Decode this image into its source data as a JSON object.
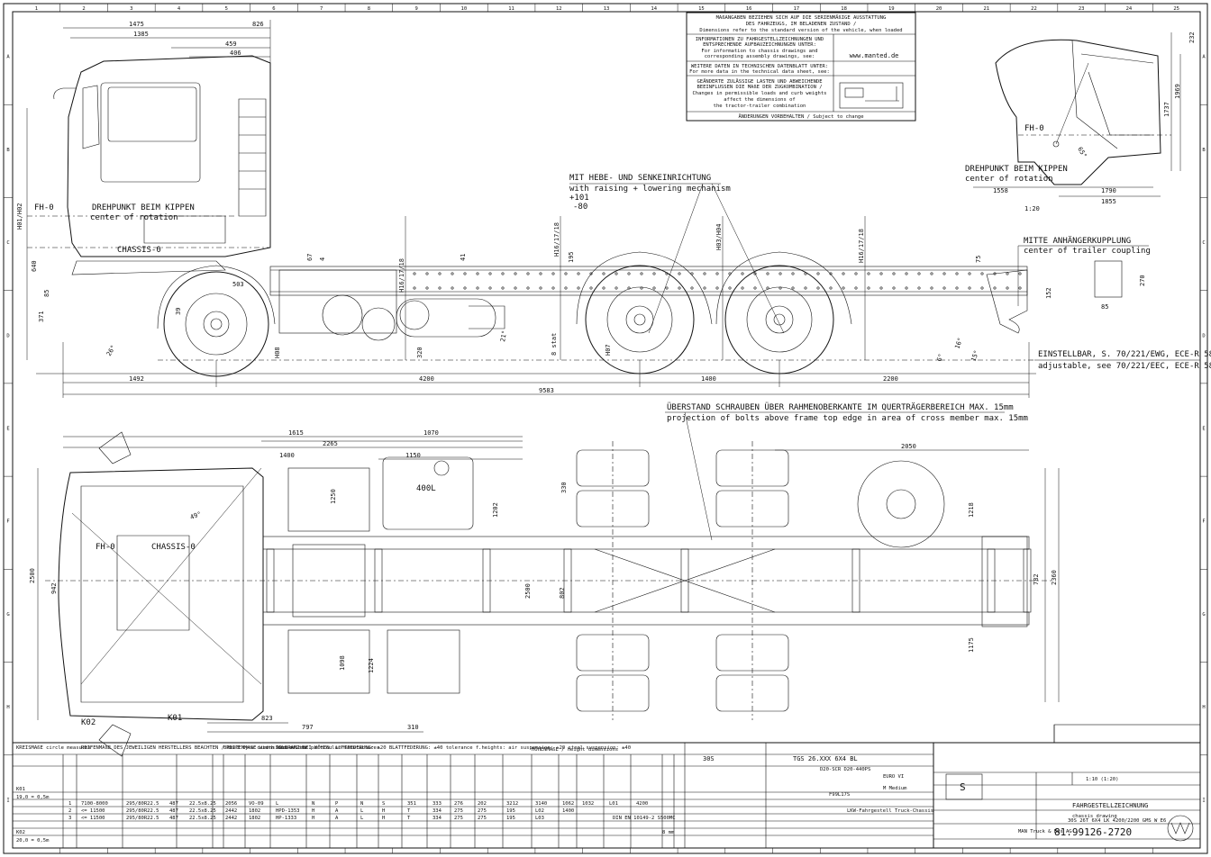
{
  "notes": {
    "title_de": "MAßANGABEN BEZIEHEN SICH AUF DIE SERIENMÄßIGE AUSSTATTUNG",
    "title_de2": "DES FAHRZEUGS, IM BELADENEN ZUSTAND /",
    "title_en": "Dimensions refer to the standard version of the vehicle, when loaded",
    "info_de": "INFORMATIONEN ZU FAHRGESTELLZEICHNUNGEN UND",
    "info_de2": "ENTSPRECHENDE AUFBAUZEICHNUNGEN UNTER:",
    "info_en": "For information to chassis drawings and",
    "info_en2": "corresponding assembly drawings, see:",
    "url": "www.manted.de",
    "more_de": "WEITERE DATEN IN TECHNISCHEN DATENBLATT UNTER:",
    "more_en": "For more data in the technical data sheet, see:",
    "changes_de": "GEÄNDERTE ZULÄSSIGE LASTEN UND ABWEICHENDE",
    "changes_de2": "BEEINFLUSSEN DIE MAßE DER ZUGKOMBINATION /",
    "changes_en": "Changes in permissible loads and curb weights",
    "changes_en2": "affect the dimensions of",
    "changes_en3": "the tractor-trailer combination",
    "footer": "ÄNDERUNGEN VORBEHALTEN / Subject to change"
  },
  "side_view": {
    "dims_top": [
      "1475",
      "826",
      "1385",
      "459",
      "406"
    ],
    "fh": "FH-0",
    "pivot_de": "DREHPUNKT BEIM KIPPEN",
    "pivot_en": "center of rotation",
    "chassis": "CHASSIS-0",
    "raise_de": "MIT HEBE- UND SENKEINRICHTUNG",
    "raise_en": "with raising + lowering mechanism",
    "raise_v1": "+101",
    "raise_v2": "-80",
    "coupling_de": "MITTE ANHÄNGERKUPPLUNG",
    "coupling_en": "center of trailer coupling",
    "adj_de": "EINSTELLBAR, S. 70/221/EWG, ECE-R 58",
    "adj_en": "adjustable, see 70/221/EEC, ECE-R 58",
    "dims_bottom": [
      "1492",
      "4200",
      "1400",
      "2200",
      "9583"
    ],
    "vert_labels": [
      "H01/H02",
      "H16/17/18",
      "H16/17/18",
      "H03/H04",
      "H16/17/18",
      "H08",
      "H07"
    ],
    "misc_dims": [
      "640",
      "85",
      "371",
      "503",
      "39",
      "67",
      "4",
      "41",
      "195",
      "75",
      "320",
      "26°",
      "21°",
      "16°",
      "15°",
      "6°",
      "152",
      "270",
      "85",
      "8 stat"
    ]
  },
  "cab_view": {
    "dims": [
      "232",
      "1737",
      "1969",
      "1558",
      "1790",
      "1855"
    ],
    "fh": "FH-0",
    "pivot_de": "DREHPUNKT BEIM KIPPEN",
    "pivot_en": "center of rotation",
    "scale": "1:20",
    "angle": "65°"
  },
  "top_view": {
    "bolts_de": "ÜBERSTAND SCHRAUBEN ÜBER RAHMENOBERKANTE IM QUERTRÄGERBEREICH MAX. 15mm",
    "bolts_en": "projection of bolts above frame top edge in area of cross member max. 15mm",
    "dims_top": [
      "1615",
      "2265",
      "1070",
      "1400",
      "1150",
      "2050"
    ],
    "tank": "400L",
    "fh": "FH-0",
    "chassis": "CHASSIS-0",
    "dims_side": [
      "2500",
      "942",
      "1250",
      "1202",
      "2500",
      "802",
      "330",
      "1218",
      "782",
      "2360",
      "1175",
      "1098",
      "1224"
    ],
    "dims_bottom": [
      "823",
      "797",
      "310"
    ],
    "angle": "49°",
    "k01": "K01",
    "k02": "K02"
  },
  "table": {
    "headers": [
      "KREISMAßE circle measures",
      "REIFENMAßE DES JEWEILIGEN HERSTELLERS BEACHTEN / Heed tyre dimensions of the particular manufacturer",
      "BREITENMAßE width dimensions",
      "TOLERANZ BEI HÖHEN: LUFTFEDERUNG: ±20 BLATTFEDERUNG: ±40 tolerance f.heights: air suspension: ±20 steel suspension: ±40",
      "HÖHENMAßE / height dimensions"
    ],
    "rows": [
      [
        "1",
        "7100-8000",
        "295/80R22.5",
        "487",
        "22.5x8.25",
        "2056",
        "VO-09",
        "L",
        "N",
        "P",
        "N",
        "S",
        "351",
        "333",
        "276",
        "202",
        "3212",
        "3140",
        "1062",
        "1032",
        "L01",
        "4200"
      ],
      [
        "2",
        "<= 11500",
        "295/80R22.5",
        "487",
        "22.5x8.25",
        "2442",
        "1802",
        "HPD-1353",
        "H",
        "A",
        "L",
        "H",
        "T",
        "334",
        "275",
        "275",
        "195",
        "L02",
        "1400"
      ],
      [
        "3",
        "<= 11500",
        "295/80R22.5",
        "487",
        "22.5x8.25",
        "2442",
        "1802",
        "HP-1333",
        "H",
        "A",
        "L",
        "H",
        "T",
        "334",
        "275",
        "275",
        "195",
        "L03"
      ]
    ],
    "type_no": "30S",
    "variant": "TGS 26.XXX 6X4 BL",
    "engine": "D20-SCR D20-440PS",
    "emission": "EURO VI",
    "cab": "M Medium",
    "cab_code": "F99L17S",
    "vehicle_type": "LKW-Fahrgestell Truck-Chassis",
    "frame": "DIN EN 10149-2 S500MC",
    "thickness": "8 mm",
    "measures": [
      "19,0 = 0,5m",
      "20,0 = 0,5m"
    ],
    "k_labels": [
      "K01",
      "K02"
    ]
  },
  "title_block": {
    "drawing_de": "FAHRGESTELLZEICHNUNG",
    "drawing_en": "chassis drawing",
    "model": "30S 26T 6X4 LK 4200/2200 GMS W E6",
    "number": "81.99126-2720",
    "company": "MAN Truck & Bus AG",
    "scale": "1:10 (1:20)"
  },
  "border": {
    "cols": [
      "1",
      "2",
      "3",
      "4",
      "5",
      "6",
      "7",
      "8",
      "9",
      "10",
      "11",
      "12",
      "13",
      "14",
      "15",
      "16",
      "17",
      "18",
      "19",
      "20",
      "21",
      "22",
      "23",
      "24",
      "25"
    ],
    "rows": [
      "A",
      "B",
      "C",
      "D",
      "E",
      "F",
      "G",
      "H",
      "I"
    ]
  }
}
